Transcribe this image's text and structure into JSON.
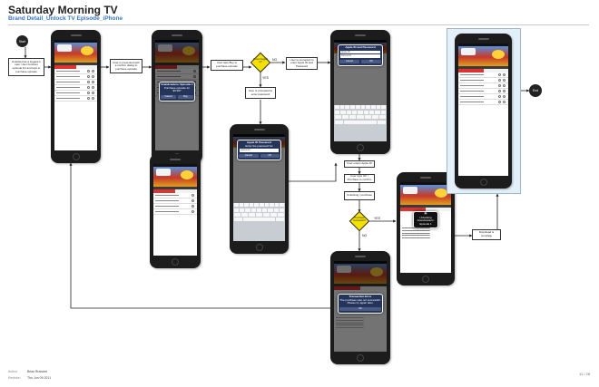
{
  "header": {
    "title": "Saturday Morning TV",
    "subtitle": "Brand Detail_Unlock TV Episode_iPhone"
  },
  "nodes": {
    "start": "Start",
    "end": "End",
    "note_start": "Unlocked as a logged in user. User browses episode list and taps to purchase episode",
    "note_confirm": "User is presented with a confirm dialog to purchase episode",
    "note_taps_buy": "User taps Buy to purchase episode",
    "decision_logged": "Is user logged in?",
    "note_apple_id": "User is prompted to enter Apple ID and Password",
    "note_prompted_pw": "User is prompted to enter password",
    "note_enters_pw": "User enters Apple ID",
    "note_taps_ok": "User taps OK / Purchase to confirm",
    "note_unlocking": "Unlocking / purchase",
    "decision_success": "Purchase successful?",
    "note_download": "Download is complete",
    "label_no_1": "NO",
    "label_yes_1": "YES",
    "label_yes_2": "YES",
    "label_no_2": "NO"
  },
  "phones": {
    "p1": {
      "section": "Episode Screens",
      "tab_a": "EPISODES",
      "tab_b": "EXTRAS",
      "rows": [
        "Episode 1 - The Fox and the ...",
        "Episode 2 - The Fox and the ...",
        "Episode 3 - The Fox and the ...",
        "Episode 4 - The Fox and the ...",
        "Episode 5 - The Fox and the ..."
      ]
    },
    "p2": {
      "dialog_title": "Grandcasters: Episode 1",
      "dialog_body": "Purchase episode for $0.99?",
      "btn_cancel": "Cancel",
      "btn_buy": "Buy"
    },
    "p3": {
      "dialog_title": "Apple ID and Password",
      "field_id": "Apple ID",
      "field_pw": "Password",
      "btn_cancel": "Cancel",
      "btn_ok": "OK"
    },
    "p4": {
      "dialog_title": "Apple ID Password",
      "dialog_body": "Enter the password for",
      "field_pw": "password",
      "btn_cancel": "Cancel",
      "btn_ok": "OK"
    },
    "p6": {
      "status": "Unlocking Grandcasters: Episode 1"
    },
    "p7": {
      "dialog_title": "Transaction Error",
      "dialog_body": "The purchase was not successful. Please try again later.",
      "btn_ok": "OK"
    }
  },
  "footer": {
    "author_label": "Author",
    "author": "Brian Bussard",
    "revision_label": "Revision",
    "revision": "Thu Jun 09 2011",
    "page": "11 / 28"
  }
}
